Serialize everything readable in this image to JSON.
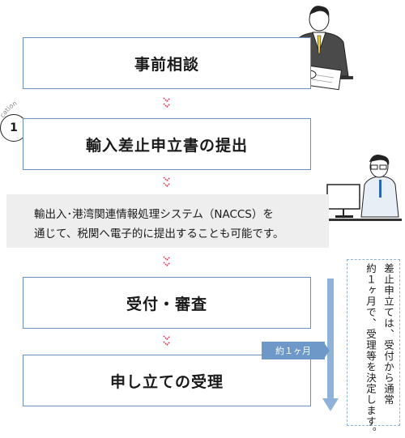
{
  "steps": [
    {
      "label": "事前相談"
    },
    {
      "label": "輸入差止申立書の提出"
    },
    {
      "label": "受付・審査"
    },
    {
      "label": "申し立ての受理"
    }
  ],
  "badge": {
    "number": "1",
    "arc_text": "cation"
  },
  "note": {
    "line1": "輸出入･港湾関連情報処理システム（NACCS）を",
    "line2": "通じて、税関へ電子的に提出することも可能です。"
  },
  "duration_tag": "約１ヶ月",
  "side_note": {
    "line1": "差止申立ては、受付から通常",
    "line2": "約１ヶ月で、受理等を決定します。"
  },
  "colors": {
    "accent": "#6d98c8",
    "border": "#6b8fb8",
    "arrow": "#c0394b"
  }
}
